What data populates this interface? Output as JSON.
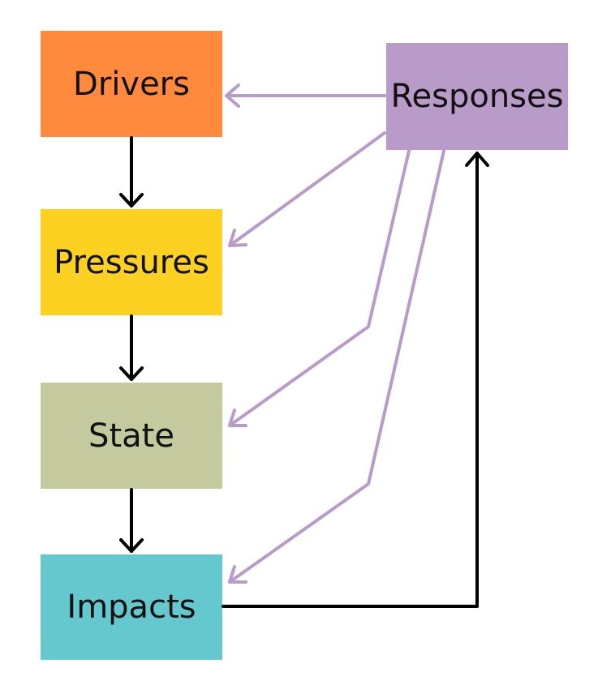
{
  "nodes": {
    "drivers": {
      "label": "Drivers",
      "color": "#FF8A3D"
    },
    "pressures": {
      "label": "Pressures",
      "color": "#FCD122"
    },
    "state": {
      "label": "State",
      "color": "#C5C99E"
    },
    "impacts": {
      "label": "Impacts",
      "color": "#65C8CE"
    },
    "responses": {
      "label": "Responses",
      "color": "#B89BC9"
    }
  },
  "edges": [
    {
      "from": "Drivers",
      "to": "Pressures",
      "color": "#000000"
    },
    {
      "from": "Pressures",
      "to": "State",
      "color": "#000000"
    },
    {
      "from": "State",
      "to": "Impacts",
      "color": "#000000"
    },
    {
      "from": "Impacts",
      "to": "Responses",
      "color": "#000000"
    },
    {
      "from": "Responses",
      "to": "Drivers",
      "color": "#B89BC9"
    },
    {
      "from": "Responses",
      "to": "Pressures",
      "color": "#B89BC9"
    },
    {
      "from": "Responses",
      "to": "State",
      "color": "#B89BC9"
    },
    {
      "from": "Responses",
      "to": "Impacts",
      "color": "#B89BC9"
    }
  ]
}
